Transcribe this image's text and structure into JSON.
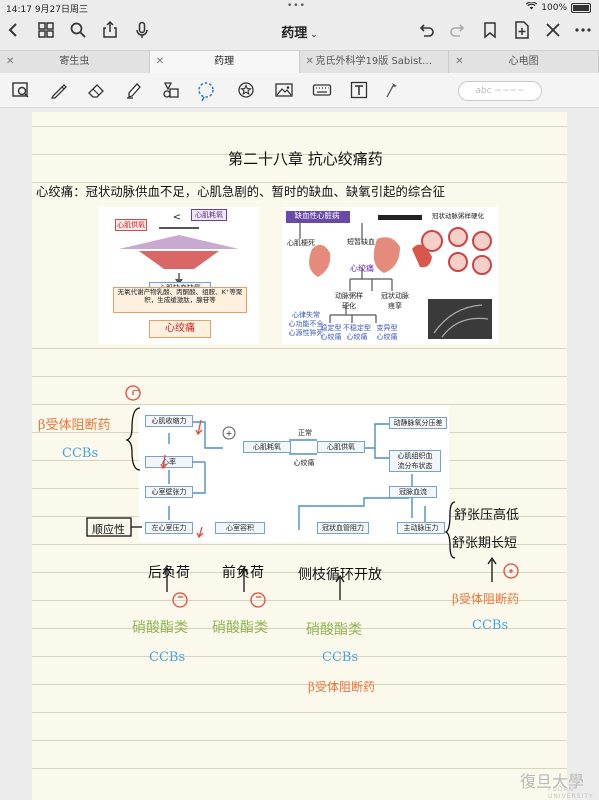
{
  "status_bar": {
    "time": "14:17",
    "date": "9月27日周三",
    "battery": "100%"
  },
  "nav": {
    "title": "药理",
    "caret": "⌄",
    "icons": [
      "chevron-left-icon",
      "grid-icon",
      "search-icon",
      "share-icon",
      "mic-icon",
      "undo-icon",
      "redo-icon",
      "bookmark-icon",
      "add-page-icon",
      "close-icon",
      "more-icon"
    ]
  },
  "tabs": [
    {
      "label": "寄生虫",
      "active": false
    },
    {
      "label": "药理",
      "active": true
    },
    {
      "label": "克氏外科学19版 Sabist…",
      "active": false
    },
    {
      "label": "心电图",
      "active": false
    }
  ],
  "toolbar": {
    "pen_placeholder": "abc ~~~~"
  },
  "note": {
    "chapter_title": "第二十八章  抗心绞痛药",
    "definition": "心绞痛：冠状动脉供血不足，心肌急剧的、暂时的缺血、缺氧引起的综合征",
    "fig1": {
      "supply": "心肌供氧",
      "lt": "<",
      "demand": "心肌耗氧",
      "ischemia": "心肌缺血缺氧",
      "metabolites": "无氧代谢产物乳酸、丙酮酸、组胺、K⁺等聚积，生成缓激肽，腺苷等",
      "result": "心绞痛"
    },
    "fig2": {
      "header": "缺血性心脏病",
      "right_title": "冠状动脉粥样硬化",
      "mi": "心肌梗死",
      "short_ischemia": "短暂缺血",
      "angina": "心绞痛",
      "athero": "动脉粥样硬化",
      "spasm": "冠状动脉痉挛",
      "outcomes": "心律失常\n心功能不全\n心源性猝死",
      "types": [
        "稳定型\n心绞痛",
        "不稳定型\n心绞痛",
        "变异型\n心绞痛"
      ]
    },
    "diagram": {
      "contractility": "心肌收缩力",
      "heart_rate": "心率",
      "wall_tension": "心室壁张力",
      "lv_pressure": "左心室压力",
      "lv_volume": "心室容积",
      "consumption": "心肌耗氧",
      "normal": "正常",
      "angina_label": "心绞痛",
      "supply": "心肌供氧",
      "av_diff": "动静脉氧分压差",
      "distribution": "心肌组织血\n流分布状态",
      "coronary_flow": "冠脉血流",
      "coronary_resistance": "冠状血管阻力",
      "aortic_pressure": "主动脉压力",
      "plus": "+"
    },
    "annotations": {
      "beta_blocker": "β受体阻断药",
      "ccb": "CCBs",
      "compliance": "顺应性",
      "afterload": "后负荷",
      "preload": "前负荷",
      "collateral": "侧枝循环开放",
      "nitrate": "硝酸酯类",
      "diastolic_low": "舒张压高低",
      "diastolic_time": "舒张期长短",
      "minus_mark": "−",
      "plus_mark": "+"
    },
    "logo": "復旦大學",
    "logo_sub": "FUDAN UNIVERSITY"
  }
}
